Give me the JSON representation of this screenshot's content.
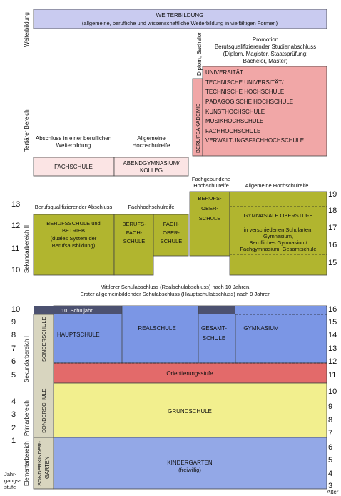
{
  "colors": {
    "weiterbildung": "#c9cbf0",
    "tertiary_pink": "#f1a7a7",
    "tertiary_light": "#fbe4e4",
    "olive": "#b1b52f",
    "blue": "#7b96e5",
    "dark": "#4c5170",
    "orient": "#e36a6a",
    "yellow": "#f2ef8e",
    "kinder": "#93a8e7",
    "sonder": "#d8d5bf"
  },
  "top": {
    "side_label": "Weiterbildung",
    "title": "WEITERBILDUNG",
    "subtitle": "(allgemeine, berufliche und wissenschaftliche Weiterbildung in vielfältigen Formen)"
  },
  "tertiary": {
    "side_label": "Tertiärer Bereich",
    "diplom_label": "Diplom, Bachelor",
    "promotion": [
      "Promotion",
      "Berufsqualifizierender Studienabschluss",
      "(Diplom, Magister, Staatsprüfung;",
      "Bachelor, Master)"
    ],
    "berufsakademie": "BERUFSAKADEMIE",
    "hochschulen": [
      "UNIVERSITÄT",
      "TECHNISCHE UNIVERSITÄT/",
      "TECHNISCHE HOCHSCHULE",
      "PÄDAGOGISCHE HOCHSCHULE",
      "KUNSTHOCHSCHULE",
      "MUSIKHOCHSCHULE",
      "FACHHOCHSCHULE",
      "VERWALTUNGSFACHHOCHSCHULE"
    ],
    "abschluss_beruf": [
      "Abschluss in einer beruflichen",
      "Weiterbildung"
    ],
    "allg_hochschulreife": [
      "Allgemeine",
      "Hochschulreife"
    ],
    "fachschule": "FACHSCHULE",
    "abendgymnasium": [
      "ABENDGYMNASIUM/",
      "KOLLEG"
    ]
  },
  "sek2": {
    "side_label": "Sekundarbereich II",
    "labels": {
      "berufsqual": "Berufsqualifizierender Abschluss",
      "fachhochschulreife": "Fachhochschulreife",
      "fachgebunden": [
        "Fachgebundene",
        "Hochschulreife"
      ],
      "allgemein": "Allgemeine Hochschulreife"
    },
    "berufsschule": [
      "BERUFSSCHULE und",
      "BETRIEB",
      "(duales System der",
      "Berufsausbildung)"
    ],
    "berufsfachschule": [
      "BERUFS-",
      "FACH-",
      "SCHULE"
    ],
    "fachoberschule": [
      "FACH-",
      "OBER-",
      "SCHULE"
    ],
    "berufsoberschule": [
      "BERUFS-",
      "OBER-",
      "SCHULE"
    ],
    "gymnasiale": [
      "GYMNASIALE OBERSTUFE",
      "in verschiedenen Schularten:",
      "Gymnasium,",
      "Berufliches Gymnasium/",
      "Fachgymnasium, Gesamtschule"
    ],
    "left_numbers": [
      "13",
      "12",
      "11",
      "10"
    ],
    "right_numbers": [
      "19",
      "18",
      "17",
      "16",
      "15"
    ]
  },
  "middle": [
    "Mittlerer Schulabschluss (Realschulabschluss) nach 10 Jahren,",
    "Erster allgemeinbildender Schulabschluss (Hauptschulabschluss) nach 9 Jahren"
  ],
  "sek1": {
    "side_label": "Sekundarbereich I",
    "sonderschule": "SONDERSCHULE",
    "schuljahr10": "10. Schuljahr",
    "hauptschule": "HAUPTSCHULE",
    "realschule": "REALSCHULE",
    "gesamtschule": [
      "GESAMT-",
      "SCHULE"
    ],
    "gymnasium": "GYMNASIUM",
    "orientierung": "Orientierungsstufe"
  },
  "primar": {
    "side_label": "Primarbereich",
    "sonderschule": "SONDERSCHULE",
    "grundschule": "GRUNDSCHULE"
  },
  "elementar": {
    "side_label": "Elementarbereich",
    "sonderkindergarten": [
      "SONDERKINDER-",
      "GARTEN"
    ],
    "kindergarten": [
      "KINDERGARTEN",
      "(freiwillig)"
    ]
  },
  "axes": {
    "left_grades": [
      "10",
      "9",
      "8",
      "7",
      "6",
      "5",
      "4",
      "3",
      "2",
      "1"
    ],
    "right_ages": [
      "16",
      "15",
      "14",
      "13",
      "12",
      "11",
      "10",
      "9",
      "8",
      "7",
      "6",
      "5",
      "4",
      "3"
    ],
    "jahrgangsstufe": [
      "Jahr-",
      "gangs-",
      "stufe"
    ],
    "alter": "Alter"
  }
}
